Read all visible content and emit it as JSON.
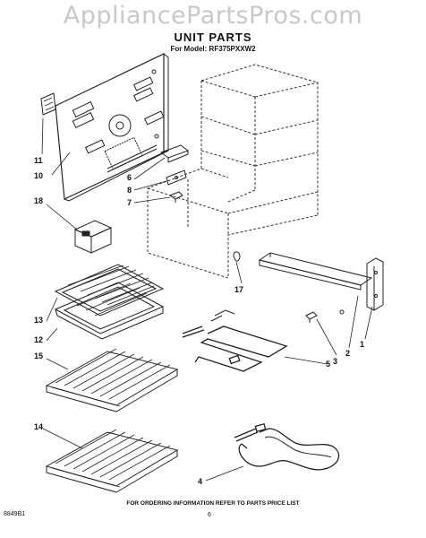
{
  "header": {
    "watermark": "AppliancePartsPros.com",
    "title": "UNIT PARTS",
    "model": "For Model: RF375PXXW2"
  },
  "footer": {
    "note": "FOR ORDERING INFORMATION REFER TO PARTS PRICE LIST",
    "diagram_code": "8849B1",
    "page_number": "6"
  },
  "callouts": [
    "1",
    "2",
    "3",
    "4",
    "5",
    "6",
    "7",
    "8",
    "10",
    "11",
    "12",
    "13",
    "14",
    "15",
    "17",
    "18"
  ]
}
